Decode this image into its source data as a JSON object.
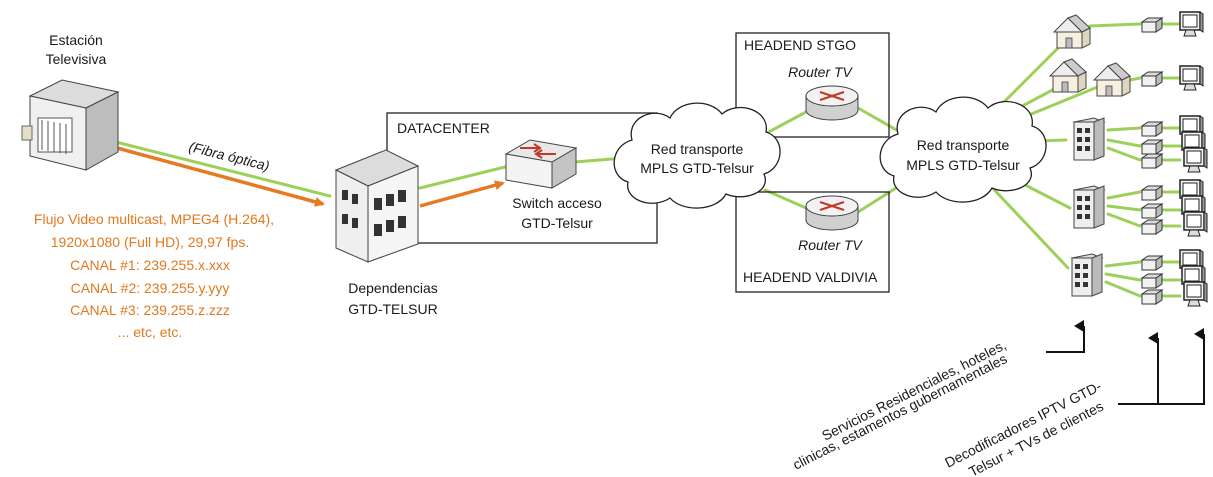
{
  "station": {
    "line1": "Estación",
    "line2": "Televisiva"
  },
  "fiber_label": "(Fibra óptica)",
  "stream_info": {
    "lines": [
      "Flujo Video multicast, MPEG4 (H.264),",
      "1920x1080 (Full HD), 29,97 fps.",
      "CANAL #1: 239.255.x.xxx",
      "CANAL #2: 239.255.y.yyy",
      "CANAL #3: 239.255.z.zzz",
      "... etc, etc."
    ]
  },
  "dependencias": {
    "line1": "Dependencias",
    "line2": "GTD-TELSUR"
  },
  "datacenter": {
    "label": "DATACENTER"
  },
  "switch": {
    "line1": "Switch acceso",
    "line2": "GTD-Telsur"
  },
  "cloud_left": {
    "line1": "Red transporte",
    "line2": "MPLS GTD-Telsur"
  },
  "cloud_right": {
    "line1": "Red transporte",
    "line2": "MPLS GTD-Telsur"
  },
  "headend_stgo": {
    "label": "HEADEND STGO",
    "router_label": "Router TV"
  },
  "headend_valdivia": {
    "label": "HEADEND VALDIVIA",
    "router_label": "Router TV"
  },
  "annotation_services": {
    "line1": "Servicios Residenciales, hoteles,",
    "line2": "clinicas, estamentos gubernamentales"
  },
  "annotation_decoders": {
    "line1": "Decodificadores IPTV GTD-",
    "line2": "Telsur + TVs de clientes"
  },
  "colors": {
    "fiber_green": "#9dd05b",
    "stream_orange": "#e67a22"
  }
}
